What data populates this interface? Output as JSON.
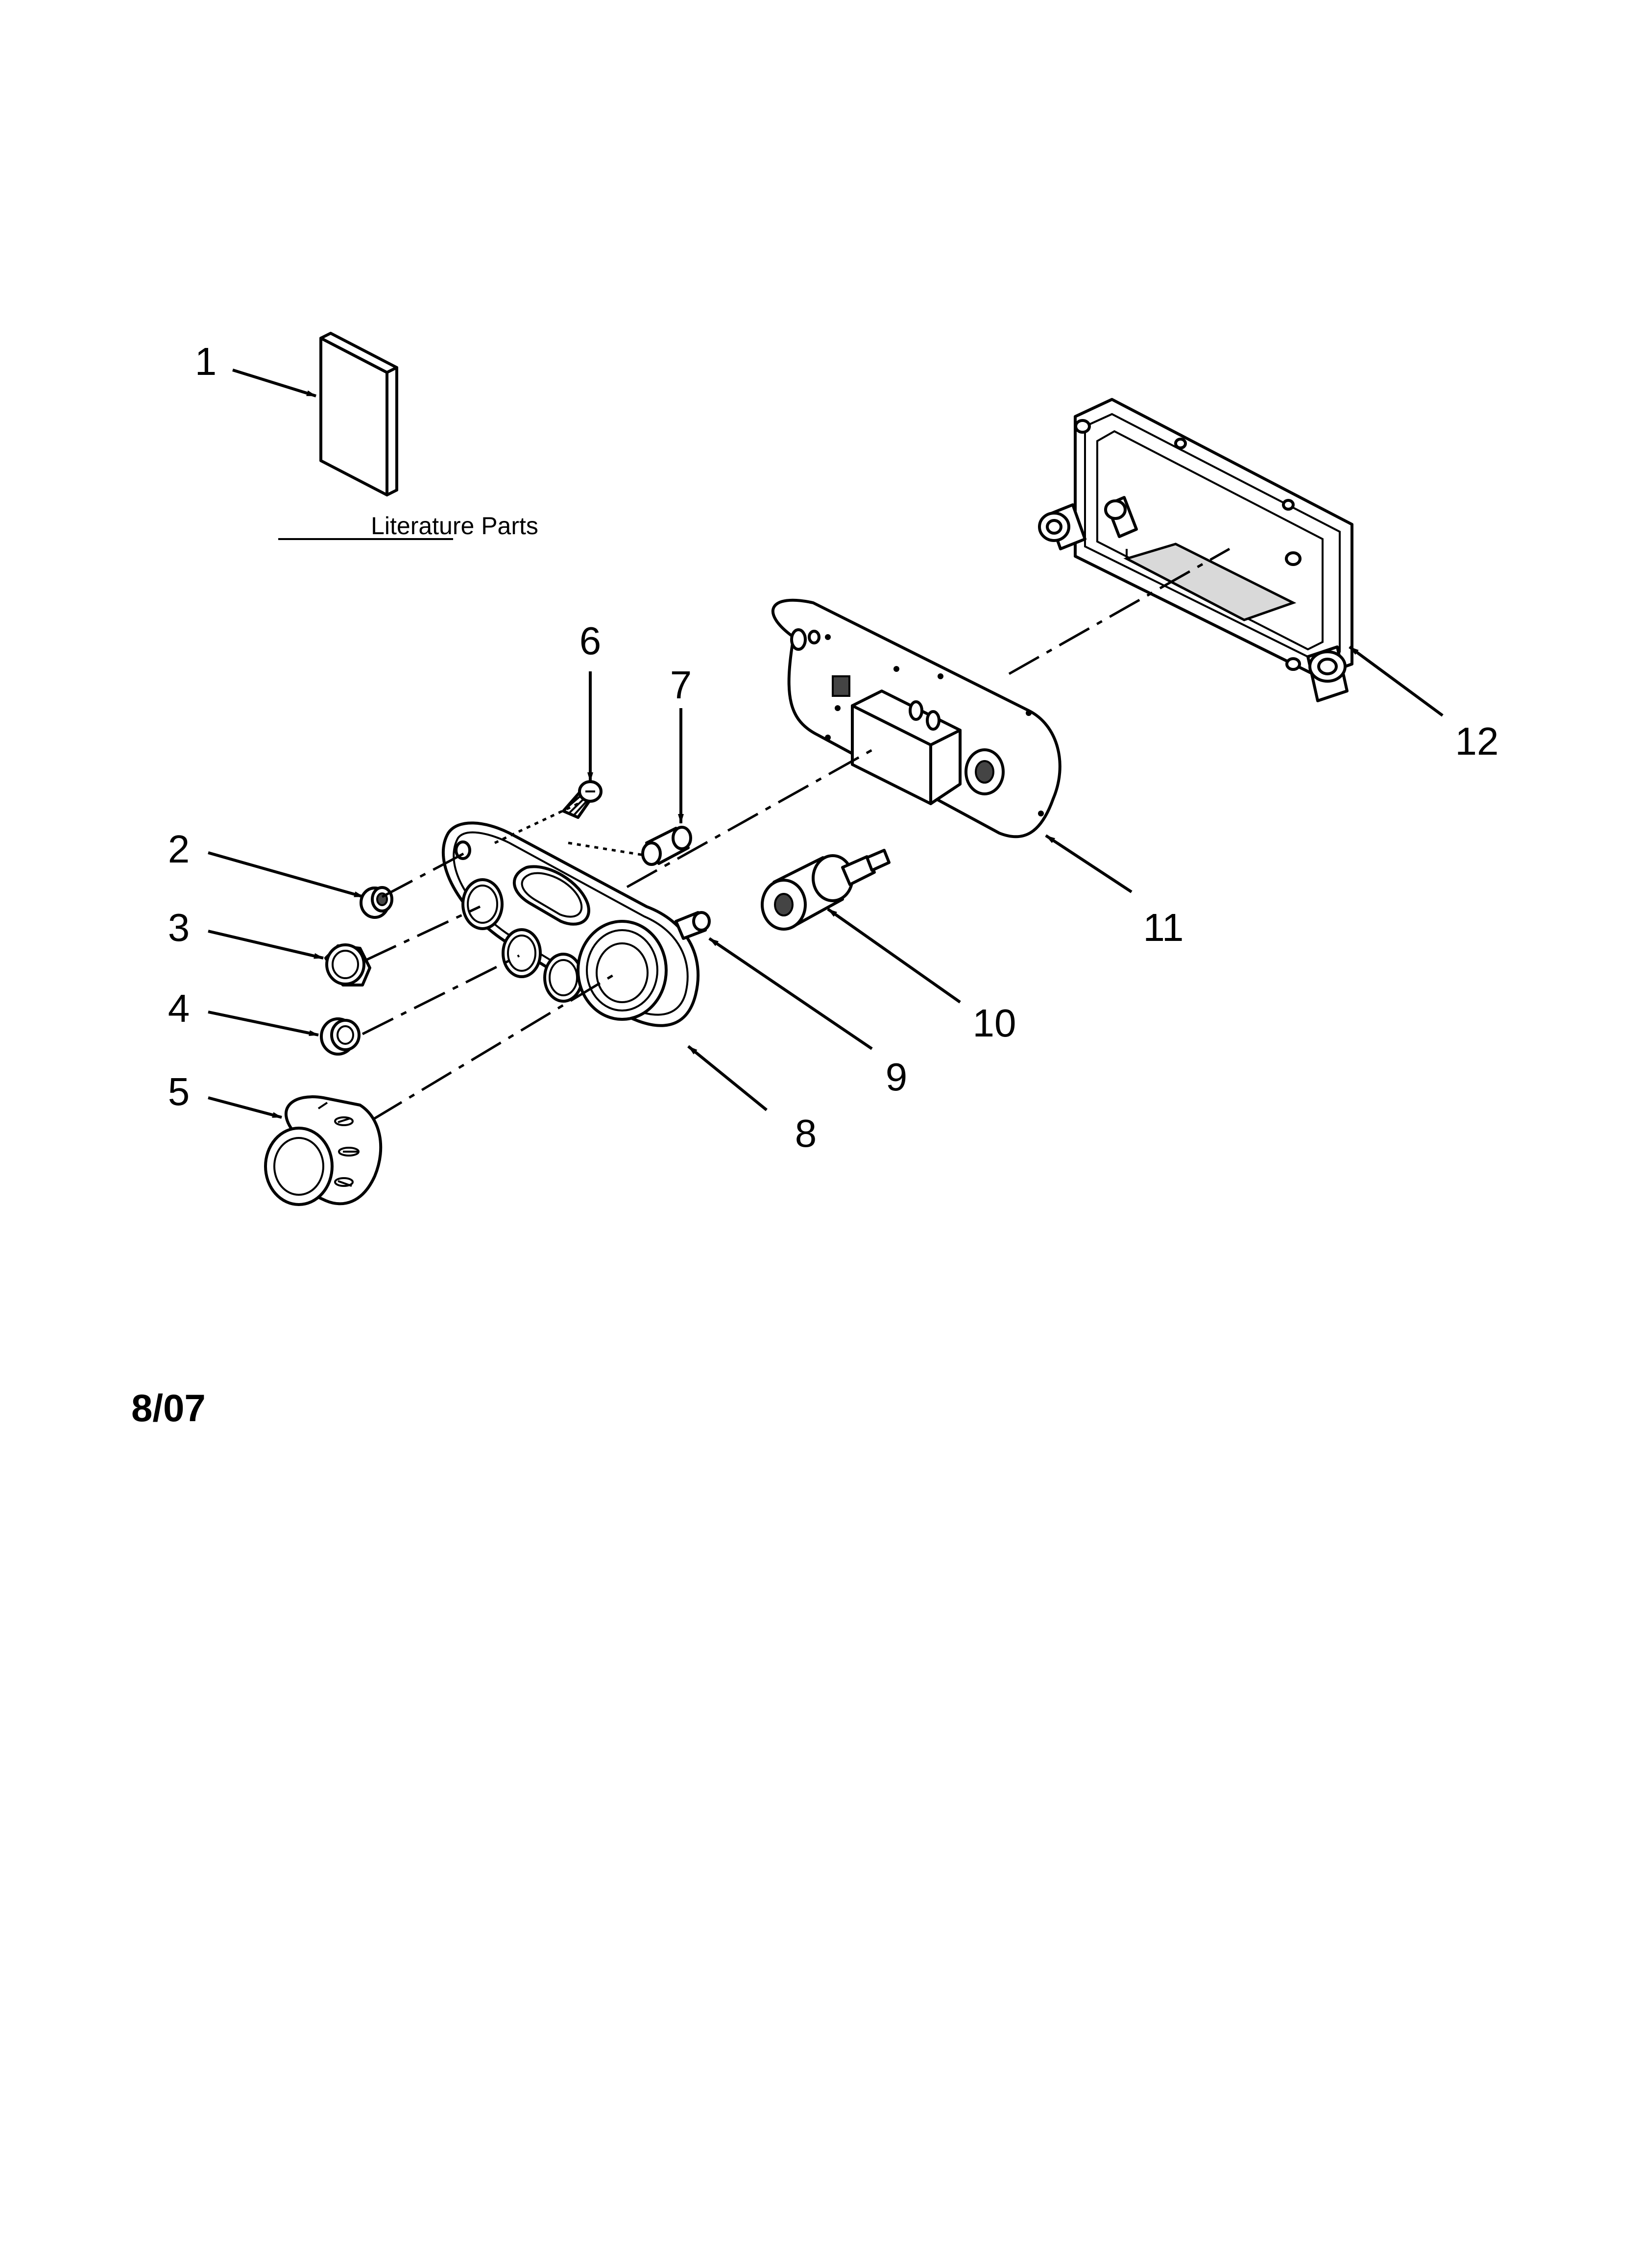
{
  "diagram": {
    "literature_caption": "Literature Parts",
    "date_code": "8/07",
    "callouts": [
      {
        "id": "1",
        "label": "1"
      },
      {
        "id": "2",
        "label": "2"
      },
      {
        "id": "3",
        "label": "3"
      },
      {
        "id": "4",
        "label": "4"
      },
      {
        "id": "5",
        "label": "5"
      },
      {
        "id": "6",
        "label": "6"
      },
      {
        "id": "7",
        "label": "7"
      },
      {
        "id": "8",
        "label": "8"
      },
      {
        "id": "9",
        "label": "9"
      },
      {
        "id": "10",
        "label": "10"
      },
      {
        "id": "11",
        "label": "11"
      },
      {
        "id": "12",
        "label": "12"
      }
    ]
  }
}
